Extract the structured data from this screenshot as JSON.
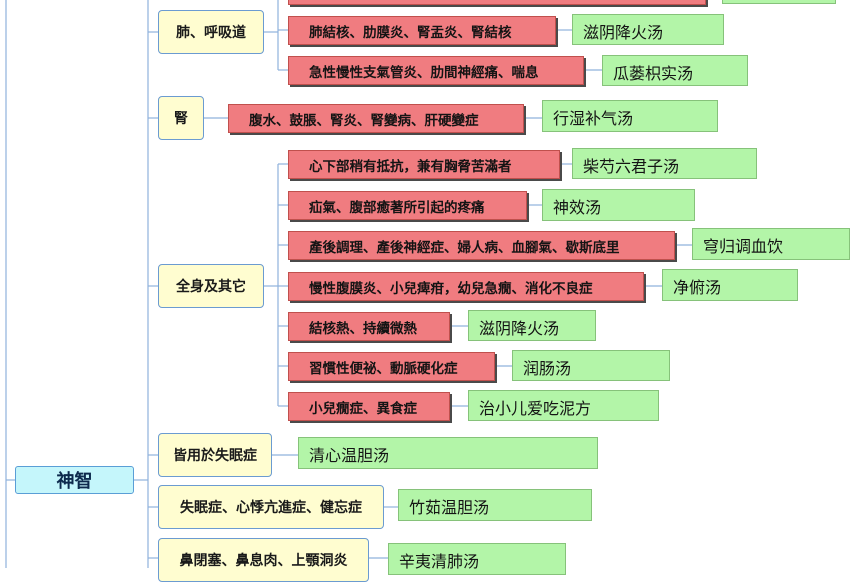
{
  "categories": {
    "lung": "肺、呼吸道",
    "kidney": "腎",
    "whole_body": "全身及其它",
    "insomnia_common": "皆用於失眠症",
    "insomnia_palpitation": "失眠症、心悸亢進症、健忘症",
    "nasal": "鼻閉塞、鼻息肉、上顎洞炎"
  },
  "root": {
    "shenzhi": "神智"
  },
  "symptoms": {
    "tb": "肺結核、肋膜炎、腎盂炎、腎結核",
    "bronchitis": "急性慢性支氣管炎、肋間神經痛、喘息",
    "ascites": "腹水、鼓脹、腎炎、腎變病、肝硬變症",
    "epigastric": "心下部稍有抵抗，兼有胸脅苦滿者",
    "hernia": "疝氣、腹部癒著所引起的疼痛",
    "postpartum": "產後調理、產後神經症、婦人病、血腳氣、歇斯底里",
    "peritonitis": "慢性腹膜炎、小兒痺疳，幼兒急癇、消化不良症",
    "tb_fever": "結核熱、持續微熱",
    "constipation": "習慣性便祕、動脈硬化症",
    "pica": "小兒癇症、異食症"
  },
  "formulas": {
    "ziyin1": "滋阴降火汤",
    "gualou": "瓜蒌枳实汤",
    "xingshi": "行湿补气汤",
    "chaishao": "柴芍六君子汤",
    "shenxiao": "神效汤",
    "xionggui": "穹归调血饮",
    "jingfu": "净俯汤",
    "ziyin2": "滋阴降火汤",
    "runchang": "润肠汤",
    "zhixiao": "治小儿爱吃泥方",
    "qingxin": "清心温胆汤",
    "zhuru": "竹茹温胆汤",
    "xinyi": "辛夷清肺汤"
  },
  "colors": {
    "category_fill": "#fffdd0",
    "category_border": "#6b9bd1",
    "symptom_fill": "#f07c80",
    "formula_fill": "#b3f5a8",
    "root_fill": "#c5f6fb",
    "connector": "#8fb2dc"
  }
}
